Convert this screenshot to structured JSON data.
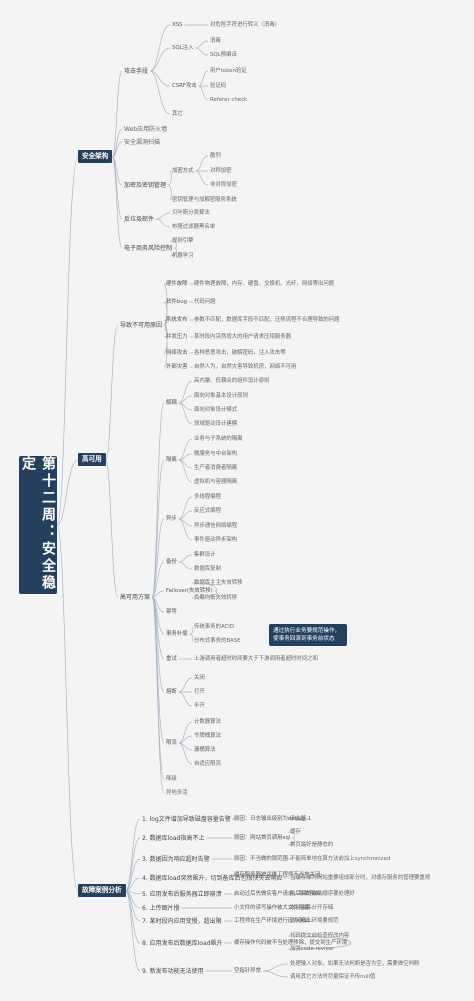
{
  "root": {
    "title": "第十二周：安全稳定"
  },
  "note": "通过执行业务要规范操作，使事务回滚到事务前状态",
  "branches": [
    {
      "label": "安全架构",
      "children": [
        {
          "label": "攻击手段",
          "children": [
            {
              "label": "XSS",
              "children": [
                {
                  "label": "对危险字符进行转义（消毒）"
                }
              ]
            },
            {
              "label": "SQL注入",
              "children": [
                {
                  "label": "消毒"
                },
                {
                  "label": "SQL预编译"
                }
              ]
            },
            {
              "label": "CSRF攻击",
              "children": [
                {
                  "label": "用户token验证"
                },
                {
                  "label": "验证码"
                },
                {
                  "label": "Referer check"
                }
              ]
            },
            {
              "label": "其它"
            }
          ]
        },
        {
          "label": "Web应用防火墙"
        },
        {
          "label": "安全漏洞扫描"
        },
        {
          "label": "加密及密钥管理",
          "children": [
            {
              "label": "加密方式",
              "children": [
                {
                  "label": "散列"
                },
                {
                  "label": "对称加密"
                },
                {
                  "label": "非对称加密"
                }
              ]
            },
            {
              "label": "密钥管理与加解密服务系统"
            }
          ]
        },
        {
          "label": "反垃圾邮件",
          "children": [
            {
              "label": "贝叶斯分类算法"
            },
            {
              "label": "布隆过滤器黑名单"
            }
          ]
        },
        {
          "label": "电子商务风险控制",
          "children": [
            {
              "label": "规则引擎"
            },
            {
              "label": "机器学习"
            }
          ]
        }
      ]
    },
    {
      "label": "高可用",
      "children": [
        {
          "label": "导致不可用原因",
          "children": [
            {
              "label": "硬件故障",
              "children": [
                {
                  "label": "硬件物理故障，内存、硬盘、交换机、光纤，网络等出问题"
                }
              ]
            },
            {
              "label": "软件bug",
              "children": [
                {
                  "label": "代码问题"
                }
              ]
            },
            {
              "label": "系统发布",
              "children": [
                {
                  "label": "参数不匹配，数据库字段不匹配，迁移流程不合理导致的问题"
                }
              ]
            },
            {
              "label": "并发压力",
              "children": [
                {
                  "label": "某时段内突然增大的用户请求压垮服务器"
                }
              ]
            },
            {
              "label": "网络攻击",
              "children": [
                {
                  "label": "各种恶意攻击，破解密码，注入攻击等"
                }
              ]
            },
            {
              "label": "外部灾害",
              "children": [
                {
                  "label": "自然人为，自然灾害导致机房，网络不可用"
                }
              ]
            }
          ]
        },
        {
          "label": "高可用方案",
          "children": [
            {
              "label": "解耦",
              "children": [
                {
                  "label": "高内聚、低耦合的组件设计原则"
                },
                {
                  "label": "面向对象基本设计原则"
                },
                {
                  "label": "面向对象设计模式"
                },
                {
                  "label": "领域驱动设计建模"
                }
              ]
            },
            {
              "label": "隔离",
              "children": [
                {
                  "label": "业务与子系统的隔离"
                },
                {
                  "label": "微服务与中台架构"
                },
                {
                  "label": "生产者消费者隔离"
                },
                {
                  "label": "虚拟机与容器隔离"
                }
              ]
            },
            {
              "label": "异步",
              "children": [
                {
                  "label": "多线程编程"
                },
                {
                  "label": "反应式编程"
                },
                {
                  "label": "异步通信网络编程"
                },
                {
                  "label": "事件驱动异步架构"
                }
              ]
            },
            {
              "label": "备份",
              "children": [
                {
                  "label": "集群设计"
                },
                {
                  "label": "数据库复制"
                }
              ]
            },
            {
              "label": "Failover(失效转移)",
              "children": [
                {
                  "label": "数据库主主失效转移"
                },
                {
                  "label": "负载均衡失效转移"
                }
              ]
            },
            {
              "label": "幂等"
            },
            {
              "label": "事务补偿",
              "children": [
                {
                  "label": "传统事务的ACID"
                },
                {
                  "label": "分布式事务的BASE"
                }
              ]
            },
            {
              "label": "重试",
              "children": [
                {
                  "label": "上游调用者超时时间要大于下游调用者超时时间之和"
                }
              ]
            },
            {
              "label": "熔断",
              "children": [
                {
                  "label": "关闭"
                },
                {
                  "label": "打开"
                },
                {
                  "label": "半开"
                }
              ]
            },
            {
              "label": "限流",
              "children": [
                {
                  "label": "计数器算法"
                },
                {
                  "label": "令牌桶算法"
                },
                {
                  "label": "漏桶算法"
                },
                {
                  "label": "自适应限流"
                }
              ]
            },
            {
              "label": "降级"
            },
            {
              "label": "异地多活"
            }
          ]
        }
      ]
    },
    {
      "label": "故障案例分析",
      "children": [
        {
          "label": "1. log文件增加导致磁盘容量告警",
          "children": [
            {
              "label": "原因：日志输出级别为debug",
              "children": [
                {
                  "label": "子主题 1"
                }
              ]
            }
          ]
        },
        {
          "label": "2. 数据库load指高不上",
          "children": [
            {
              "label": "原因：网站首页调用sql",
              "children": [
                {
                  "label": "缓存"
                },
                {
                  "label": "首页最好是静态的"
                }
              ]
            }
          ]
        },
        {
          "label": "3. 数据因为响应超时告警",
          "children": [
            {
              "label": "原因：不当做的锁范围",
              "children": [
                {
                  "label": "不能简单地在算方法前加上synchronized"
                }
              ]
            }
          ]
        },
        {
          "label": "4. 数据库load突然飙升，切到备库后也很快失去响应",
          "children": [
            {
              "label": "缓存服务器被运维工程师不当地关闭",
              "children": [
                {
                  "label": "当缓存成为网站重要组成部分时，对缓存服务的管理要重视"
                }
              ]
            }
          ]
        },
        {
          "label": "5. 应用发布后服务器立即崩溃",
          "children": [
            {
              "label": "启动过后先做实客户请求，导致预热",
              "children": [
                {
                  "label": "前后台的启动顺序要处理好"
                }
              ]
            }
          ]
        },
        {
          "label": "6. 上传图片慢",
          "children": [
            {
              "label": "小文件的读写操作被大文件阻塞",
              "children": [
                {
                  "label": "大小文件分开存储"
                }
              ]
            }
          ]
        },
        {
          "label": "7. 某时段内应用变慢，超出限",
          "children": [
            {
              "label": "工程师在生产环境进行压力测试",
              "children": [
                {
                  "label": "访问线上环境要规范"
                }
              ]
            }
          ]
        },
        {
          "label": "8. 应用发布后数据库load飙升",
          "children": [
            {
              "label": "缓存操作代码被不当处理移除，提交到生产环境",
              "children": [
                {
                  "label": "代码提交前检查修改内容"
                },
                {
                  "label": "加强code review"
                }
              ]
            }
          ]
        },
        {
          "label": "9. 新发布功能无法使用",
          "children": [
            {
              "label": "空指针异常",
              "children": [
                {
                  "label": "处理输入对象，如果无法判断是否为空，需要做空判断"
                },
                {
                  "label": "调用其它方法时尽量保证不传null值"
                }
              ]
            }
          ]
        }
      ]
    }
  ]
}
